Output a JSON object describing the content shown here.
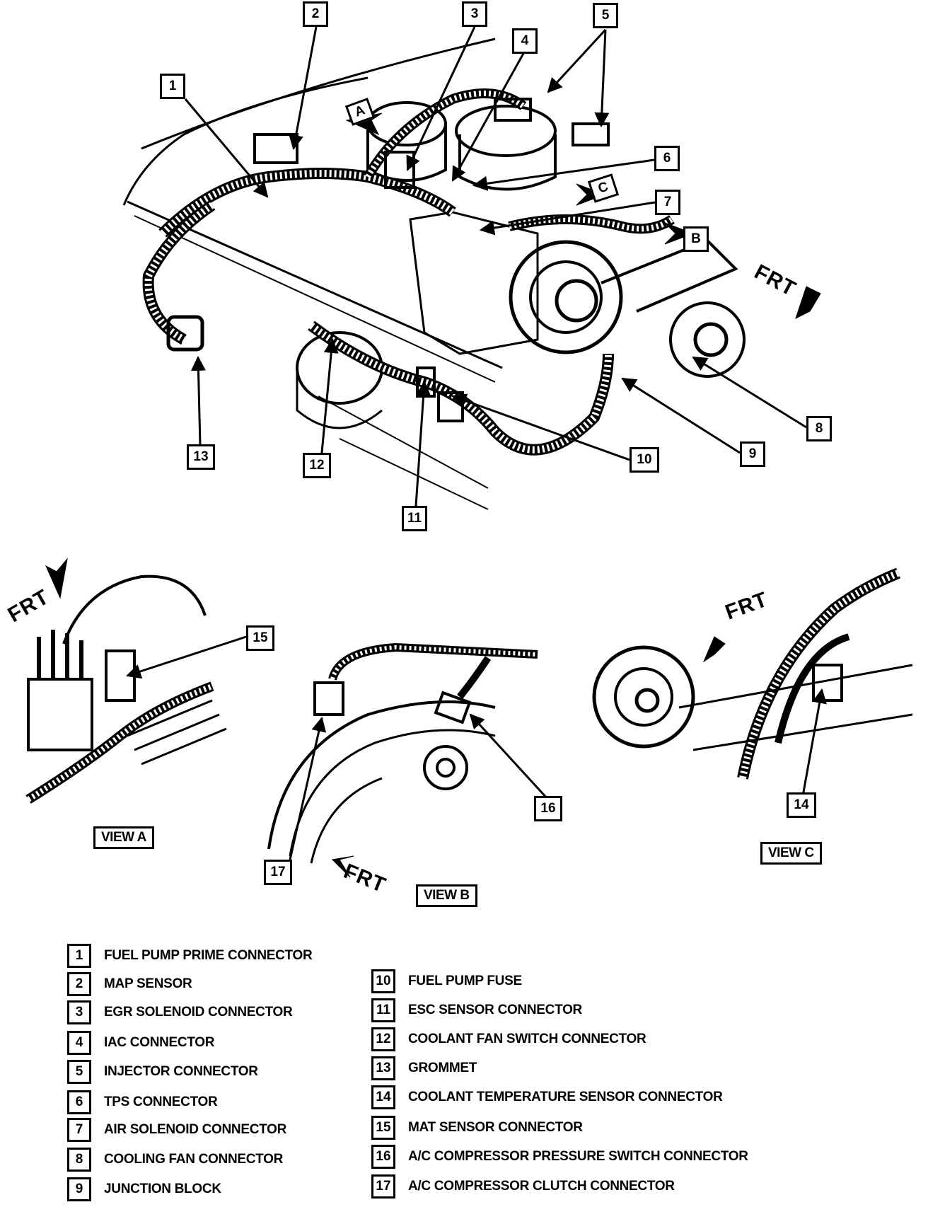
{
  "callouts": [
    "1",
    "2",
    "3",
    "4",
    "5",
    "6",
    "7",
    "8",
    "9",
    "10",
    "11",
    "12",
    "13",
    "14",
    "15",
    "16",
    "17"
  ],
  "arrow_tags": {
    "a": "A",
    "b": "B",
    "c": "C"
  },
  "frt_label": "FRT",
  "views": {
    "a": "VIEW A",
    "b": "VIEW B",
    "c": "VIEW C"
  },
  "legend": [
    {
      "num": "1",
      "text": "FUEL PUMP PRIME CONNECTOR"
    },
    {
      "num": "2",
      "text": "MAP SENSOR"
    },
    {
      "num": "3",
      "text": "EGR SOLENOID CONNECTOR"
    },
    {
      "num": "4",
      "text": "IAC CONNECTOR"
    },
    {
      "num": "5",
      "text": "INJECTOR CONNECTOR"
    },
    {
      "num": "6",
      "text": "TPS CONNECTOR"
    },
    {
      "num": "7",
      "text": "AIR SOLENOID CONNECTOR"
    },
    {
      "num": "8",
      "text": "COOLING FAN CONNECTOR"
    },
    {
      "num": "9",
      "text": "JUNCTION BLOCK"
    },
    {
      "num": "10",
      "text": "FUEL PUMP FUSE"
    },
    {
      "num": "11",
      "text": "ESC SENSOR CONNECTOR"
    },
    {
      "num": "12",
      "text": "COOLANT FAN SWITCH CONNECTOR"
    },
    {
      "num": "13",
      "text": "GROMMET"
    },
    {
      "num": "14",
      "text": "COOLANT TEMPERATURE SENSOR CONNECTOR"
    },
    {
      "num": "15",
      "text": "MAT SENSOR CONNECTOR"
    },
    {
      "num": "16",
      "text": "A/C COMPRESSOR PRESSURE SWITCH CONNECTOR"
    },
    {
      "num": "17",
      "text": "A/C COMPRESSOR CLUTCH CONNECTOR"
    }
  ]
}
